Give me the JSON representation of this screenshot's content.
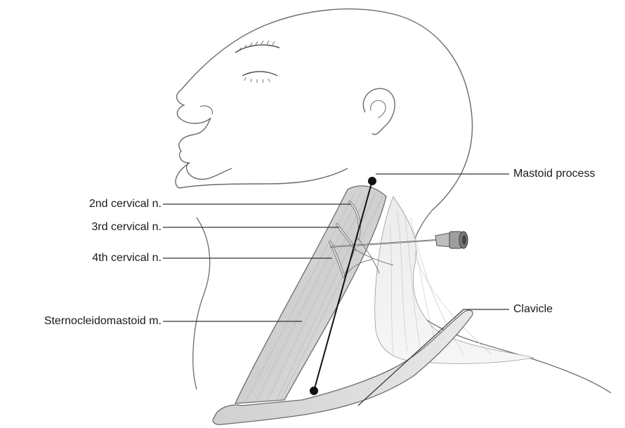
{
  "labels": {
    "mastoid": "Mastoid process",
    "c2": "2nd cervical n.",
    "c3": "3rd cervical n.",
    "c4": "4th cervical n.",
    "scm": "Sternocleidomastoid m.",
    "clavicle": "Clavicle"
  },
  "colors": {
    "outline": "#6b6b6b",
    "muscle_fill": "#d4d4d4",
    "label_line": "#333333",
    "marker": "#111111"
  },
  "icons": {
    "needle": "needle-icon"
  }
}
